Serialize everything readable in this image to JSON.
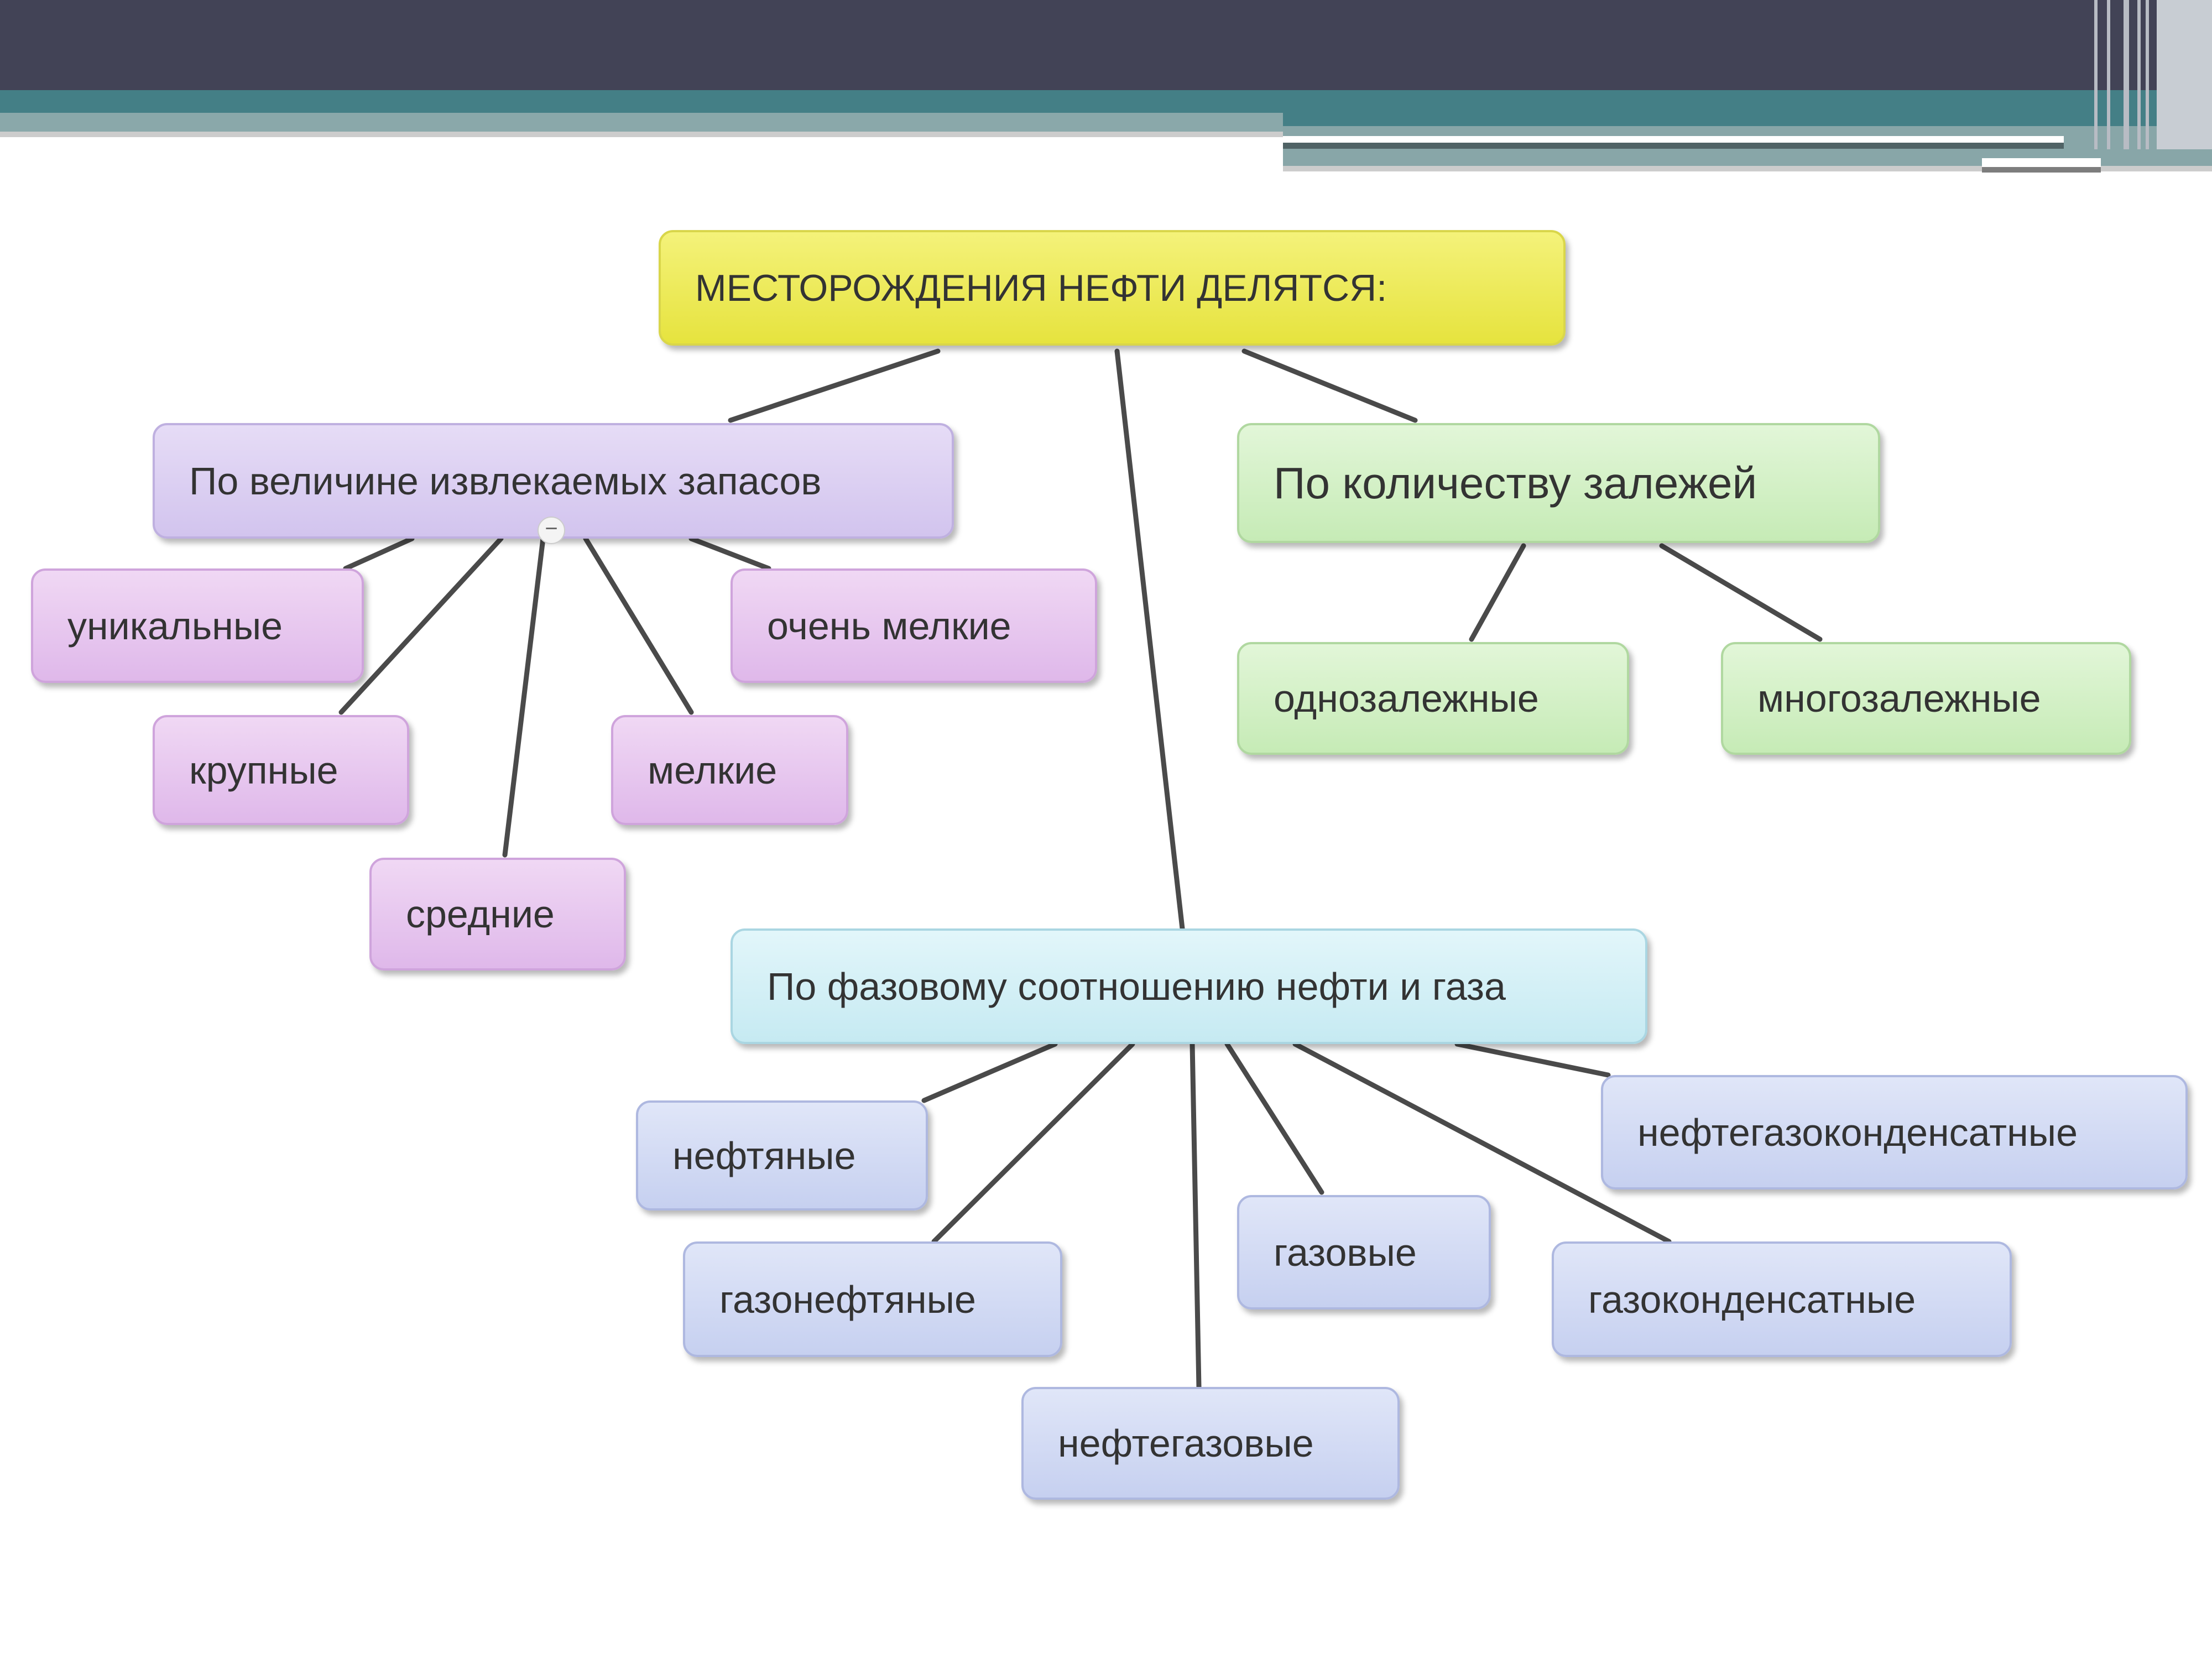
{
  "root": "МЕСТОРОЖДЕНИЯ НЕФТИ ДЕЛЯТСЯ:",
  "size": {
    "label": "По величине извлекаемых запасов",
    "collapse_symbol": "−",
    "children": [
      "уникальные",
      "крупные",
      "средние",
      "мелкие",
      "очень мелкие"
    ]
  },
  "count": {
    "label": "По количеству залежей",
    "children": [
      "однозалежные",
      "многозалежные"
    ]
  },
  "phase": {
    "label": "По фазовому соотношению нефти и газа",
    "children": [
      "нефтяные",
      "газонефтяные",
      "нефтегазовые",
      "газовые",
      "газоконденсатные",
      "нефтегазоконденсатные"
    ]
  },
  "colors": {
    "header_dark": "#424356",
    "header_teal": "#447f86",
    "root": "#eeec5a",
    "size": "#dccff2",
    "size_children": "#e8c8f0",
    "count": "#d4f0c6",
    "phase": "#d4f0f6",
    "phase_children": "#d3dbf4"
  }
}
